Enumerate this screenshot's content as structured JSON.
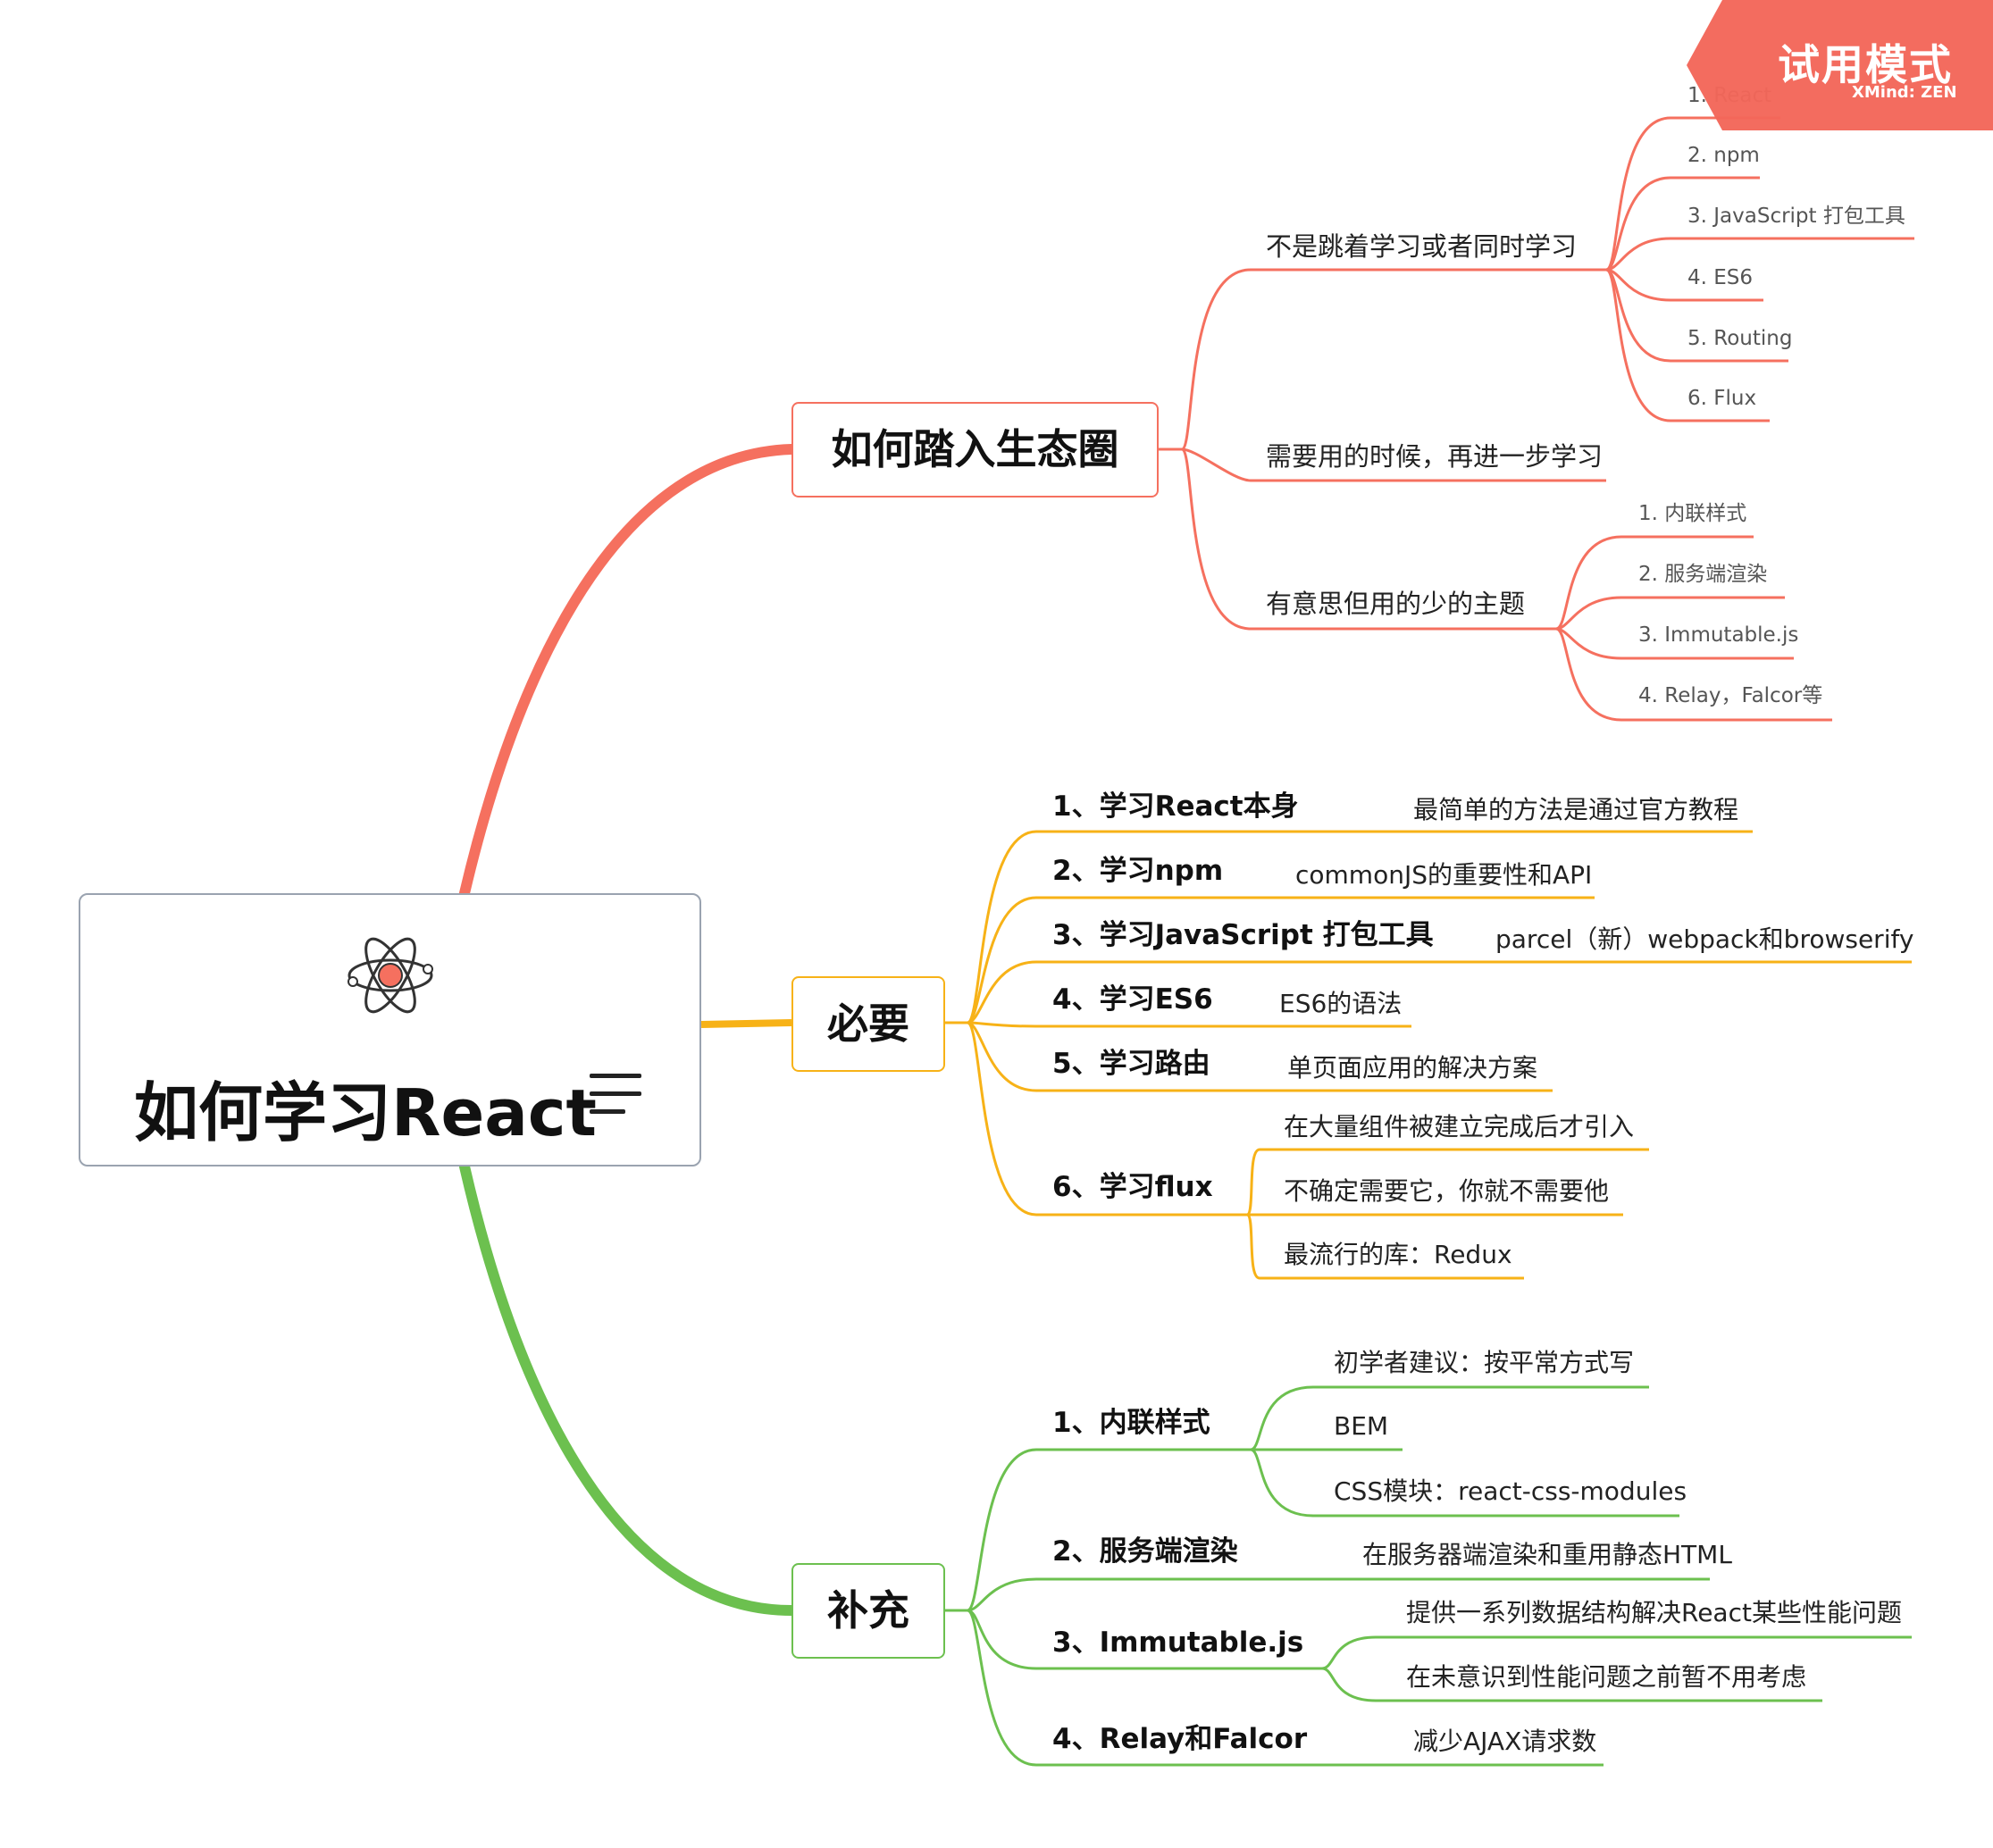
{
  "root": {
    "title": "如何学习React",
    "icon": "atom-icon",
    "notes_icon": "notes-icon"
  },
  "watermark": {
    "title": "试用模式",
    "brand": "XMind: ZEN",
    "color": "#f3675a"
  },
  "colors": {
    "ecosystem": "#f5705f",
    "essential": "#f7b217",
    "supplement": "#6cc04f"
  },
  "branches": {
    "ecosystem": {
      "label": "如何踏入生态圈",
      "topics": {
        "no_jump": {
          "label": "不是跳着学习或者同时学习",
          "items": [
            "1. React",
            "2. npm",
            "3. JavaScript 打包工具",
            "4. ES6",
            "5. Routing",
            "6. Flux"
          ]
        },
        "when_needed": {
          "label": "需要用的时候，再进一步学习"
        },
        "interesting": {
          "label": "有意思但用的少的主题",
          "items": [
            "1. 内联样式",
            "2. 服务端渲染",
            "3. Immutable.js",
            "4. Relay，Falcor等"
          ]
        }
      }
    },
    "essential": {
      "label": "必要",
      "topics": {
        "t1": {
          "label": "1、学习React本身",
          "detail": "最简单的方法是通过官方教程"
        },
        "t2": {
          "label": "2、学习npm",
          "detail": "commonJS的重要性和API"
        },
        "t3": {
          "label": "3、学习JavaScript 打包工具",
          "detail": "parcel（新）webpack和browserify"
        },
        "t4": {
          "label": "4、学习ES6",
          "detail": "ES6的语法"
        },
        "t5": {
          "label": "5、学习路由",
          "detail": "单页面应用的解决方案"
        },
        "t6": {
          "label": "6、学习flux",
          "details": [
            "在大量组件被建立完成后才引入",
            "不确定需要它，你就不需要他",
            "最流行的库：Redux"
          ]
        }
      }
    },
    "supplement": {
      "label": "补充",
      "topics": {
        "s1": {
          "label": "1、内联样式",
          "details": [
            "初学者建议：按平常方式写",
            "BEM",
            "CSS模块：react-css-modules"
          ]
        },
        "s2": {
          "label": "2、服务端渲染",
          "details": [
            "在服务器端渲染和重用静态HTML"
          ]
        },
        "s3": {
          "label": "3、Immutable.js",
          "details": [
            "提供一系列数据结构解决React某些性能问题",
            "在未意识到性能问题之前暂不用考虑"
          ]
        },
        "s4": {
          "label": "4、Relay和Falcor",
          "details": [
            "减少AJAX请求数"
          ]
        }
      }
    }
  }
}
